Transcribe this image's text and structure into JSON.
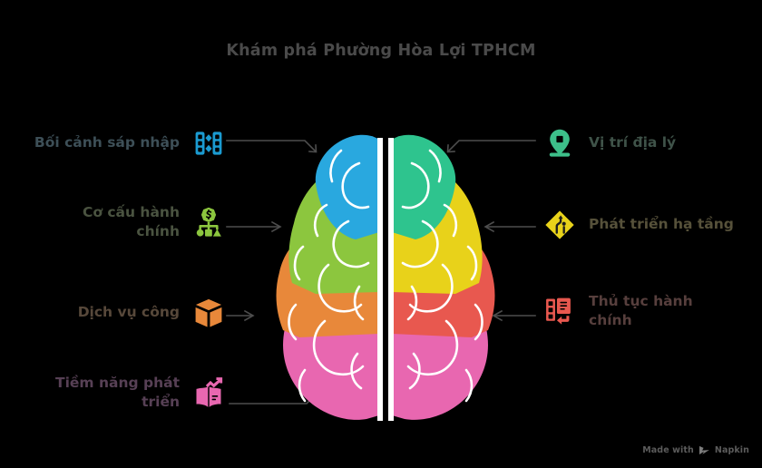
{
  "title": "Khám phá Phường Hòa Lợi TPHCM",
  "colors": {
    "title": "#4a4a4a",
    "connector": "#4d4d4d",
    "background": "#000000",
    "merge": "#1b9bd1",
    "admin": "#8cc63e",
    "service": "#e8883a",
    "potential": "#e867b0",
    "location": "#3dbf8a",
    "infra": "#e8d21a",
    "procedure": "#e8584f",
    "brain_blue": "#29a8df",
    "brain_green": "#8cc63e",
    "brain_orange": "#e8883a",
    "brain_pink": "#e867b0",
    "brain_teal": "#2ec48e",
    "brain_yellow": "#e8d21a",
    "brain_red": "#e8584f"
  },
  "left_items": [
    {
      "id": "merge",
      "label": "Bối cảnh sáp nhập",
      "icon": "merge-icon",
      "color": "#1b9bd1",
      "text_color": "#3d4f57"
    },
    {
      "id": "admin",
      "label": "Cơ cấu hành\nchính",
      "icon": "org-chart-money-icon",
      "color": "#8cc63e",
      "text_color": "#4a5340"
    },
    {
      "id": "service",
      "label": "Dịch vụ công",
      "icon": "box-icon",
      "color": "#e8883a",
      "text_color": "#57483a"
    },
    {
      "id": "potential",
      "label": "Tiềm năng phát\ntriển",
      "icon": "book-growth-icon",
      "color": "#e867b0",
      "text_color": "#574055"
    }
  ],
  "right_items": [
    {
      "id": "location",
      "label": "Vị trí địa lý",
      "icon": "map-pin-icon",
      "color": "#3dbf8a",
      "text_color": "#3f5349"
    },
    {
      "id": "infra",
      "label": "Phát triển hạ tầng",
      "icon": "road-sign-icon",
      "color": "#e8d21a",
      "text_color": "#56513a"
    },
    {
      "id": "procedure",
      "label": "Thủ tục hành\nchính",
      "icon": "document-process-icon",
      "color": "#e8584f",
      "text_color": "#573f3d"
    }
  ],
  "center_graphic": {
    "name": "brain-illustration",
    "segments": [
      {
        "side": "left",
        "region": "frontal",
        "color": "#29a8df"
      },
      {
        "side": "left",
        "region": "parietal",
        "color": "#8cc63e"
      },
      {
        "side": "left",
        "region": "temporal",
        "color": "#e8883a"
      },
      {
        "side": "left",
        "region": "occipital",
        "color": "#e867b0"
      },
      {
        "side": "right",
        "region": "frontal",
        "color": "#2ec48e"
      },
      {
        "side": "right",
        "region": "parietal",
        "color": "#e8d21a"
      },
      {
        "side": "right",
        "region": "temporal",
        "color": "#e8584f"
      },
      {
        "side": "right",
        "region": "occipital",
        "color": "#e867b0"
      }
    ]
  },
  "watermark": {
    "prefix": "Made with",
    "brand": "Napkin"
  }
}
